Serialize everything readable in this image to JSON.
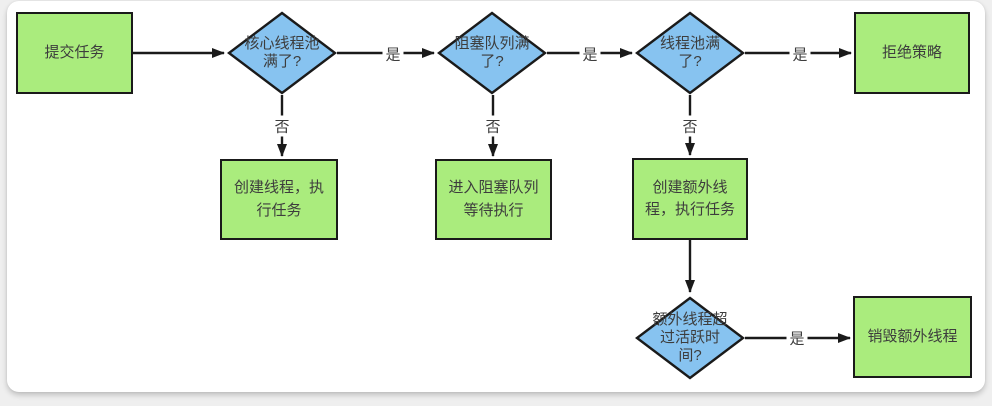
{
  "diagram": {
    "type": "flowchart",
    "subject": "thread-pool-task-submission",
    "nodes": [
      {
        "id": "submit",
        "shape": "process",
        "label": "提交任务"
      },
      {
        "id": "core_full",
        "shape": "decision",
        "label": "核心线程池\n满了?"
      },
      {
        "id": "queue_full",
        "shape": "decision",
        "label": "阻塞队列满\n了?"
      },
      {
        "id": "pool_full",
        "shape": "decision",
        "label": "线程池满\n了?"
      },
      {
        "id": "reject",
        "shape": "process",
        "label": "拒绝策略"
      },
      {
        "id": "create_thread",
        "shape": "process",
        "label": "创建线程，执\n行任务"
      },
      {
        "id": "enqueue",
        "shape": "process",
        "label": "进入阻塞队列\n等待执行"
      },
      {
        "id": "create_extra",
        "shape": "process",
        "label": "创建额外线\n程，执行任务"
      },
      {
        "id": "keepalive",
        "shape": "decision",
        "label": "额外线程超\n过活跃时\n间?"
      },
      {
        "id": "destroy",
        "shape": "process",
        "label": "销毁额外线程"
      }
    ],
    "edges": [
      {
        "from": "submit",
        "to": "core_full",
        "label": ""
      },
      {
        "from": "core_full",
        "to": "queue_full",
        "label": "是"
      },
      {
        "from": "queue_full",
        "to": "pool_full",
        "label": "是"
      },
      {
        "from": "pool_full",
        "to": "reject",
        "label": "是"
      },
      {
        "from": "core_full",
        "to": "create_thread",
        "label": "否"
      },
      {
        "from": "queue_full",
        "to": "enqueue",
        "label": "否"
      },
      {
        "from": "pool_full",
        "to": "create_extra",
        "label": "否"
      },
      {
        "from": "create_extra",
        "to": "keepalive",
        "label": ""
      },
      {
        "from": "keepalive",
        "to": "destroy",
        "label": "是"
      }
    ],
    "colors": {
      "process_fill": "#aaec7d",
      "decision_fill": "#87c3f0",
      "outline": "#1a1a1a",
      "arrow": "#1a1a1a",
      "text": "#3d3d3d",
      "card_bg": "#ffffff",
      "page_bg": "#efefef"
    }
  }
}
